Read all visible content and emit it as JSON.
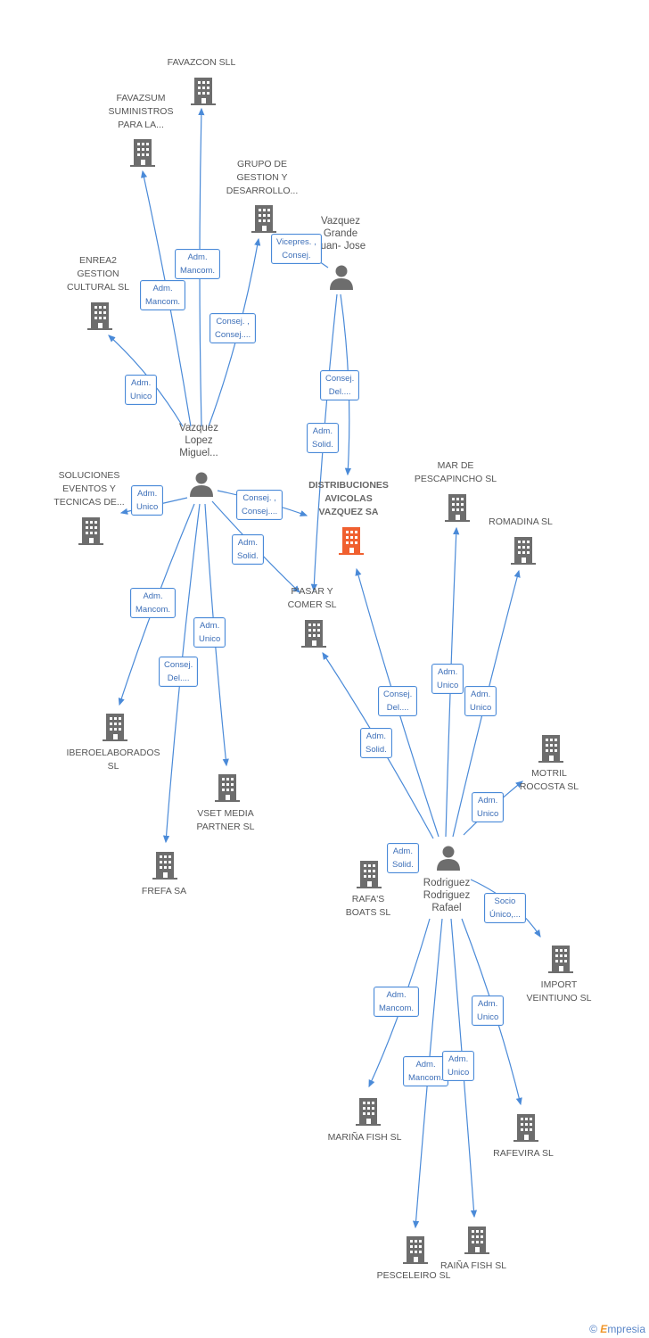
{
  "colors": {
    "edge": "#4a8ad8",
    "building": "#6d6d6d",
    "building_center": "#f06030",
    "person": "#6d6d6d"
  },
  "nodes": {
    "favazcon": "FAVAZCON SLL",
    "favazsum": "FAVAZSUM\nSUMINISTROS\nPARA LA...",
    "grupo": "GRUPO DE\nGESTION Y\nDESARROLLO...",
    "vazquez_grande": "Vazquez\nGrande\nJuan- Jose",
    "enrea2": "ENREA2\nGESTION\nCULTURAL  SL",
    "vazquez_lopez": "Vazquez\nLopez\nMiguel...",
    "soluciones": "SOLUCIONES\nEVENTOS Y\nTECNICAS DE...",
    "distribuciones": "DISTRIBUCIONES\nAVICOLAS\nVAZQUEZ SA",
    "mar_pescapincho": "MAR DE\nPESCAPINCHO SL",
    "romadina": "ROMADINA SL",
    "pasar": "P'ASAR Y\nCOMER SL",
    "iberoelaborados": "IBEROELABORADOS\nSL",
    "vset": "VSET MEDIA\nPARTNER SL",
    "frefa": "FREFA SA",
    "motril": "MOTRIL\nROCOSTA SL",
    "rafas": "RAFA'S\nBOATS SL",
    "rodriguez": "Rodriguez\nRodriguez\nRafael",
    "import": "IMPORT\nVEINTIUNO SL",
    "marina": "MARIÑA FISH SL",
    "rafevira": "RAFEVIRA SL",
    "pesceleiro": "PESCELEIRO SL",
    "raina": "RAIÑA FISH SL"
  },
  "edge_labels": {
    "vl_favazcon": "Adm.\nMancom.",
    "vl_favazsum": "Adm.\nMancom.",
    "vl_grupo": "Consej. ,\nConsej....",
    "vg_grupo": "Vicepres. ,\nConsej.",
    "vl_enrea2": "Adm.\nUnico",
    "vg_dist": "Consej.\nDel....",
    "vg_pasar": "Adm.\nSolid.",
    "vl_soluciones": "Adm.\nUnico",
    "vl_dist": "Consej. ,\nConsej....",
    "vl_pasar": "Adm.\nSolid.",
    "vl_ibero": "Adm.\nMancom.",
    "vl_vset": "Adm.\nUnico",
    "vl_frefa": "Consej.\nDel....",
    "rr_dist": "Consej.\nDel....",
    "rr_mar": "Adm.\nUnico",
    "rr_romadina": "Adm.\nUnico",
    "rr_pasar": "Adm.\nSolid.",
    "rr_motril": "Adm.\nUnico",
    "rr_rafas": "Adm.\nSolid.",
    "rr_import": "Socio\nÚnico,...",
    "rr_marina": "Adm.\nMancom.",
    "rr_rafevira": "Adm.\nUnico",
    "rr_pesceleiro": "Adm.\nMancom.",
    "rr_raina": "Adm.\nUnico"
  },
  "footer": {
    "copyright": "©",
    "brand_e": "E",
    "brand_rest": "mpresia"
  }
}
